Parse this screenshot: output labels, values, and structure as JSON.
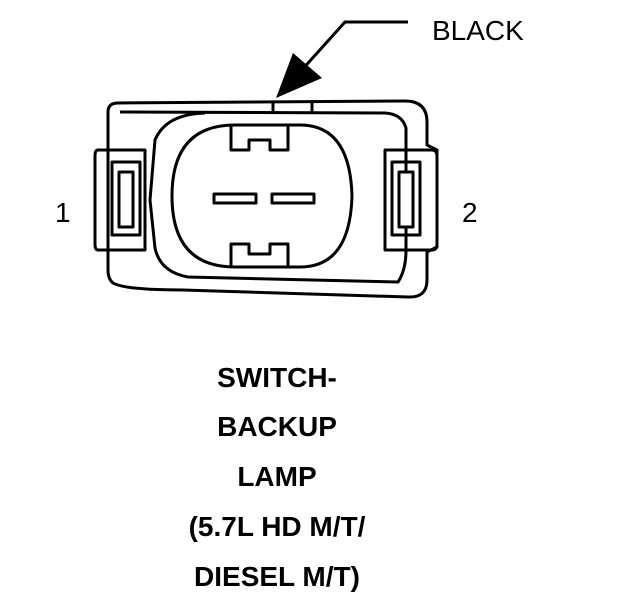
{
  "wire_color_label": "BLACK",
  "pins": {
    "left": "1",
    "right": "2"
  },
  "caption": {
    "line1": "SWITCH-",
    "line2": "BACKUP",
    "line3": "LAMP",
    "line4": "(5.7L HD M/T/",
    "line5": "DIESEL M/T)"
  }
}
